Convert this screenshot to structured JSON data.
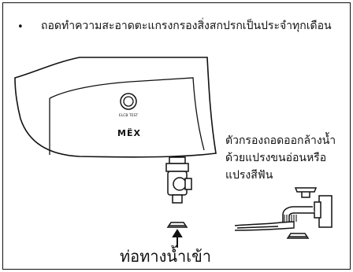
{
  "instruction": {
    "bullet": "•",
    "text": "ถอดทำความสะอาดตะแกรงกรองสิ่งสกปรกเป็นประจำทุกเดือน"
  },
  "device": {
    "button_label": "ELCB TEST",
    "brand": "MËX"
  },
  "captions": {
    "filter_note": "ตัวกรองถอดออกล้างน้ำ\nด้วยแปรงขนอ่อนหรือ\nแปรงสีฟัน",
    "water_inlet": "ท่อทางน้ำเข้า"
  }
}
